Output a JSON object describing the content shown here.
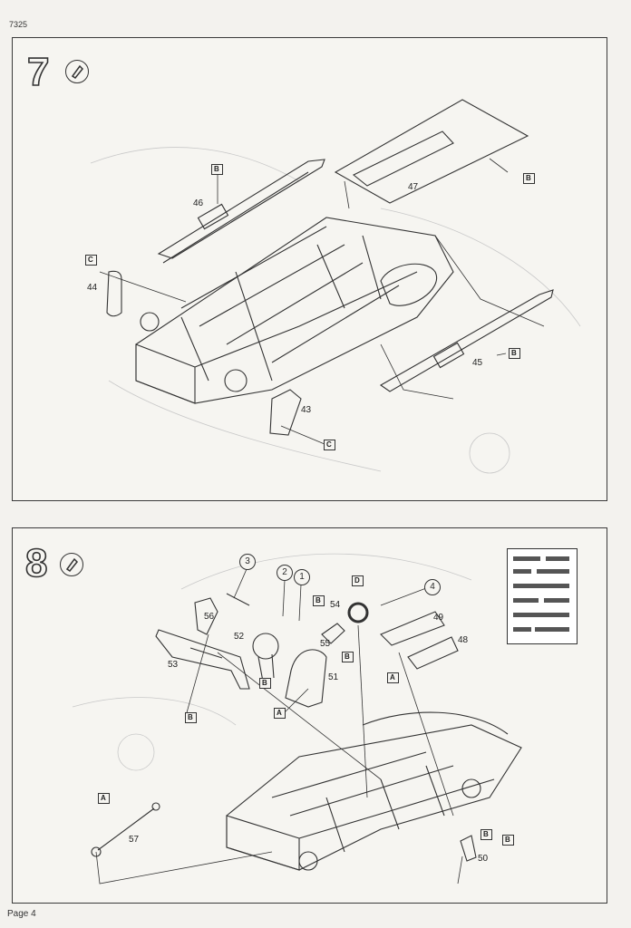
{
  "header": {
    "kit_code": "7325"
  },
  "footer": {
    "page_label": "Page 4"
  },
  "steps": [
    {
      "number": "7",
      "parts": [
        "47",
        "46",
        "44",
        "45",
        "43"
      ],
      "tags": [
        "B",
        "B",
        "C",
        "B",
        "C"
      ]
    },
    {
      "number": "8",
      "circled": [
        "3",
        "2",
        "1",
        "4"
      ],
      "parts": [
        "56",
        "52",
        "53",
        "54",
        "55",
        "49",
        "48",
        "51",
        "57",
        "50"
      ],
      "tags": [
        "B",
        "D",
        "B",
        "B",
        "B",
        "A",
        "A",
        "A",
        "B",
        "B"
      ]
    }
  ]
}
